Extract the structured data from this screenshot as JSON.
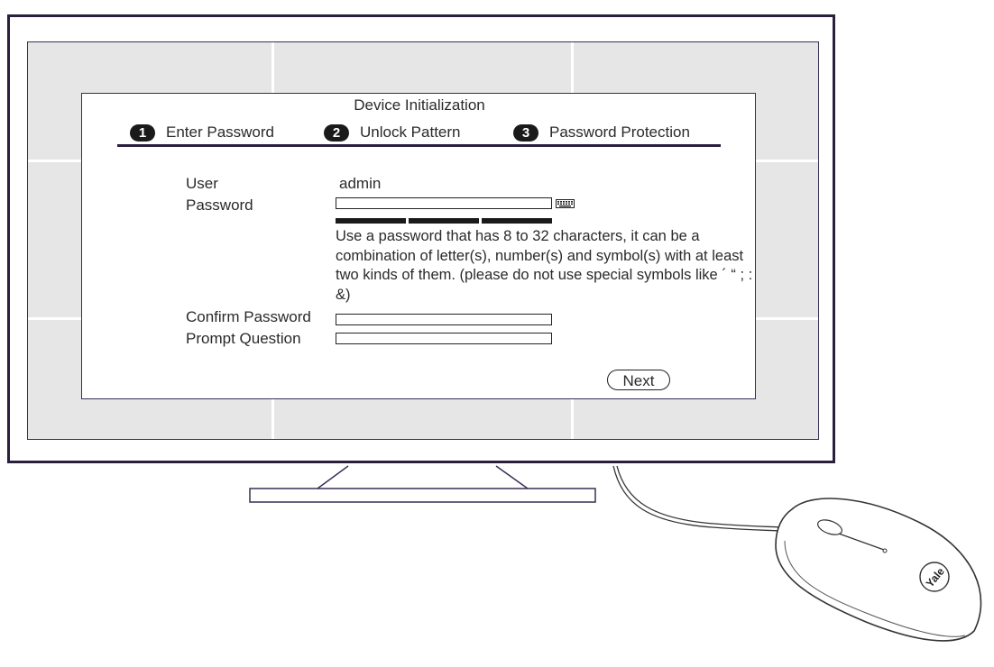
{
  "dialog": {
    "title": "Device Initialization",
    "steps": [
      {
        "number": "1",
        "label": "Enter Password",
        "active": true
      },
      {
        "number": "2",
        "label": "Unlock Pattern",
        "active": false
      },
      {
        "number": "3",
        "label": "Password Protection",
        "active": false
      }
    ],
    "form": {
      "user_label": "User",
      "user_value": "admin",
      "password_label": "Password",
      "password_value": "",
      "password_strength_segments": 3,
      "hint": "Use a password that has 8 to 32 characters, it can be a combination of letter(s), number(s) and symbol(s) with at least two kinds of them. (please do not use special symbols like ´ “ ; : &)",
      "confirm_label": "Confirm Password",
      "confirm_value": "",
      "prompt_label": "Prompt Question",
      "prompt_value": ""
    },
    "next_label": "Next"
  },
  "icons": {
    "keyboard": "keyboard-icon",
    "step_badge": "numbered-circle-icon"
  },
  "mouse": {
    "brand": "Yale"
  },
  "colors": {
    "frame": "#2a1f3d",
    "screen_bg": "#e6e6e6",
    "badge": "#1a1a1a"
  }
}
